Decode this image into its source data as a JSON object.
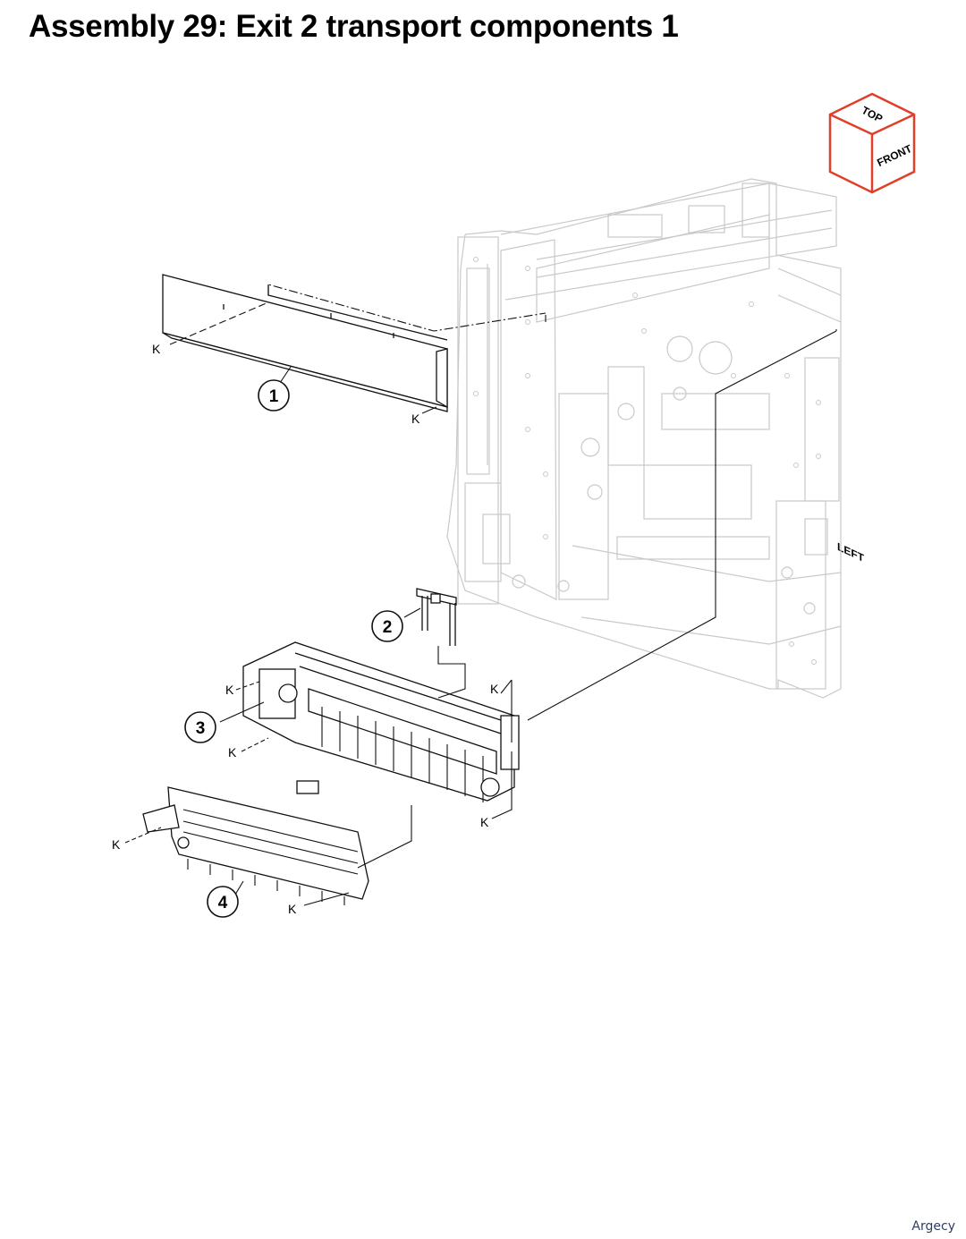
{
  "title": "Assembly 29: Exit 2 transport components 1",
  "orientation_cube": {
    "top": "TOP",
    "left": "LEFT",
    "front": "FRONT",
    "accent_color": "#e0402a"
  },
  "callouts": [
    "1",
    "2",
    "3",
    "4"
  ],
  "fastener_label": "K",
  "footer": "Argecy",
  "colors": {
    "line": "#111111",
    "frame_ghost": "#c9c9c9"
  }
}
